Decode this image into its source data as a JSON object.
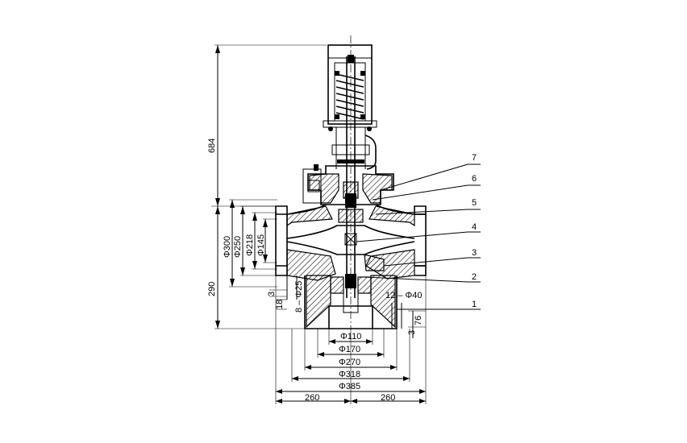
{
  "drawing": {
    "dimensions": {
      "overall_height": "684",
      "flange_height": "290",
      "d300": "Φ300",
      "d250": "Φ250",
      "d218": "Φ218",
      "d145": "Φ145",
      "bolt_left": "8 – Φ25",
      "gap_3_left": "3",
      "gap_18_left": "18",
      "bolt_right": "12 – Φ40",
      "gap_76": "76",
      "gap_3_right": "3",
      "d110": "Φ110",
      "d170": "Φ170",
      "d270": "Φ270",
      "d318": "Φ318",
      "d385": "Φ385",
      "half_left": "260",
      "half_right": "260"
    },
    "callouts": [
      "7",
      "6",
      "5",
      "4",
      "3",
      "2",
      "1"
    ]
  }
}
